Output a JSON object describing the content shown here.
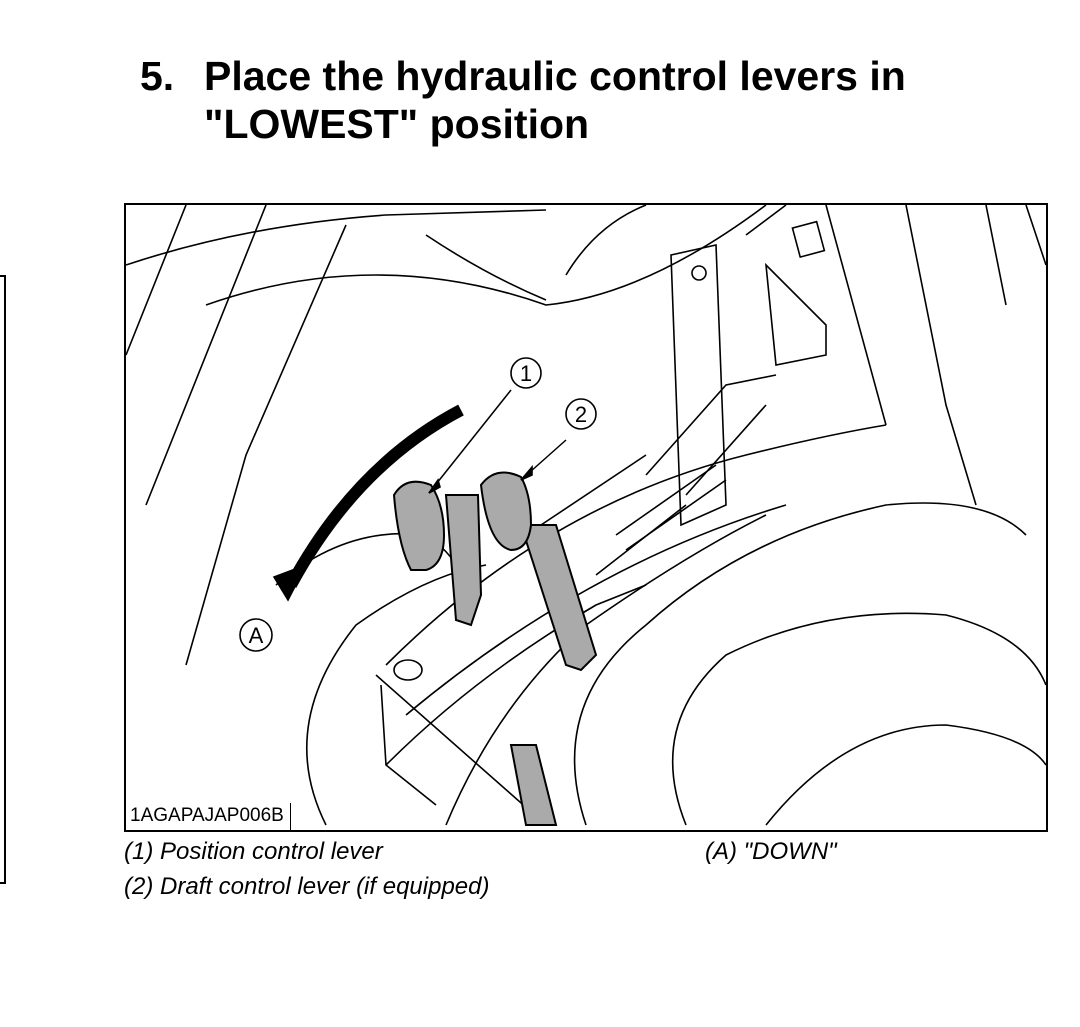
{
  "step": {
    "number": "5.",
    "title_line1": "Place the hydraulic control levers in",
    "title_line2": "\"LOWEST\" position"
  },
  "figure": {
    "code": "1AGAPAJAP006B",
    "callouts": [
      "1",
      "2",
      "A"
    ]
  },
  "legend": {
    "items": [
      "(1) Position control lever",
      "(2) Draft control lever (if equipped)"
    ],
    "direction": "(A) \"DOWN\""
  }
}
